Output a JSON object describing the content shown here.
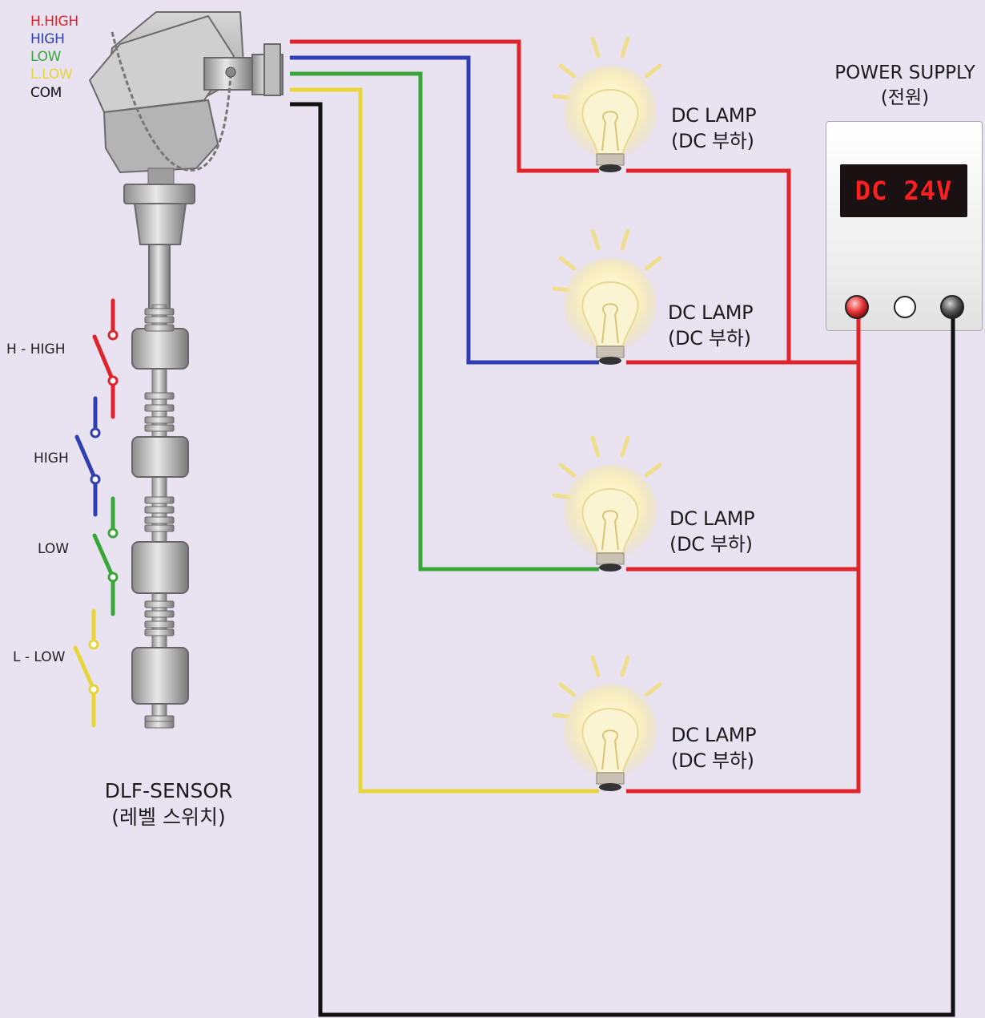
{
  "legend": [
    {
      "label": "H.HIGH",
      "color": "#e0242a"
    },
    {
      "label": "HIGH",
      "color": "#2f3fb0"
    },
    {
      "label": "LOW",
      "color": "#3aa63a"
    },
    {
      "label": "L.LOW",
      "color": "#e8d53a"
    },
    {
      "label": "COM",
      "color": "#111111"
    }
  ],
  "switches": [
    {
      "label": "H - HIGH",
      "color": "#e0242a"
    },
    {
      "label": "HIGH",
      "color": "#2f3fb0"
    },
    {
      "label": "LOW",
      "color": "#3aa63a"
    },
    {
      "label": "L - LOW",
      "color": "#e8d53a"
    }
  ],
  "sensor": {
    "name": "DLF-SENSOR",
    "subtitle": "(레벨 스위치)"
  },
  "lamps": [
    {
      "name": "DC LAMP",
      "subtitle": "(DC 부하)"
    },
    {
      "name": "DC LAMP",
      "subtitle": "(DC 부하)"
    },
    {
      "name": "DC LAMP",
      "subtitle": "(DC 부하)"
    },
    {
      "name": "DC LAMP",
      "subtitle": "(DC 부하)"
    }
  ],
  "power_supply": {
    "title": "POWER SUPPLY",
    "subtitle": "(전원)",
    "display": "DC  24V",
    "display_color": "#ff1f1f"
  },
  "wire_colors": {
    "red": "#e0242a",
    "blue": "#2f3fb0",
    "green": "#3aa63a",
    "yellow": "#e8d53a",
    "black": "#111111"
  },
  "icons": {
    "lamp": "light-bulb-icon",
    "head": "terminal-head-icon",
    "float": "float-switch-icon",
    "terminal": "power-terminal-icon"
  }
}
